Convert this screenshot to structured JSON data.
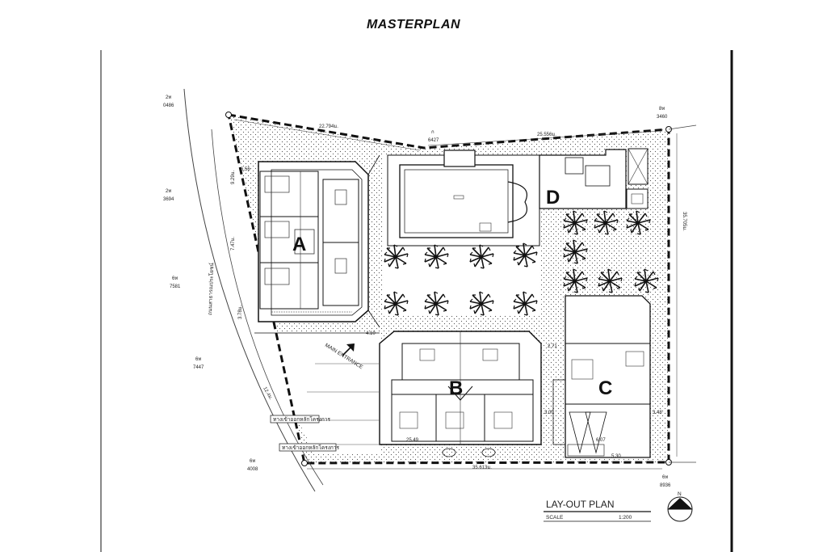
{
  "page": {
    "title": "MASTERPLAN"
  },
  "zones": {
    "a": "A",
    "b": "B",
    "c": "C",
    "d": "D"
  },
  "dimensions": {
    "top_left": "22.794ม.",
    "top_right": "25.556ม.",
    "top_mid_code": "6427",
    "top_mid_prefix": "ก",
    "right_side": "35.705ม.",
    "bottom": "35.613ม.",
    "left_a": "9.29ม.",
    "left_b": "6.56",
    "left_c": "7.47ม.",
    "left_d": "3.78ม.",
    "left_e": "12.4ม.",
    "walk": "4.10",
    "c_width": "2.71",
    "b_width": "25.49",
    "c_side": "3.00",
    "c_bottom": "6.07",
    "c_low": "3.48",
    "b_seg": "5.30"
  },
  "plot_codes": {
    "p1_top": "2ท",
    "p1_num": "0486",
    "p2_top": "2ท",
    "p2_num": "3694",
    "p3_top": "6ท",
    "p3_num": "7581",
    "p4_top": "6ท",
    "p4_num": "7447",
    "p5_top": "6ท",
    "p5_num": "4008",
    "p6_top": "8ท",
    "p6_num": "3460",
    "p7_top": "6ท",
    "p7_num": "8936"
  },
  "labels": {
    "road": "ถนนสาธารณประโยชน์",
    "main_entrance": "MAIN ENTRANCE",
    "gate1": "ทางเข้าออกหลักโครงการ",
    "gate2": "ทางเข้าออกหลักโครงการ"
  },
  "title_block": {
    "title": "LAY-OUT PLAN",
    "scale_label": "SCALE",
    "scale_value": "1:200",
    "north": "N"
  }
}
